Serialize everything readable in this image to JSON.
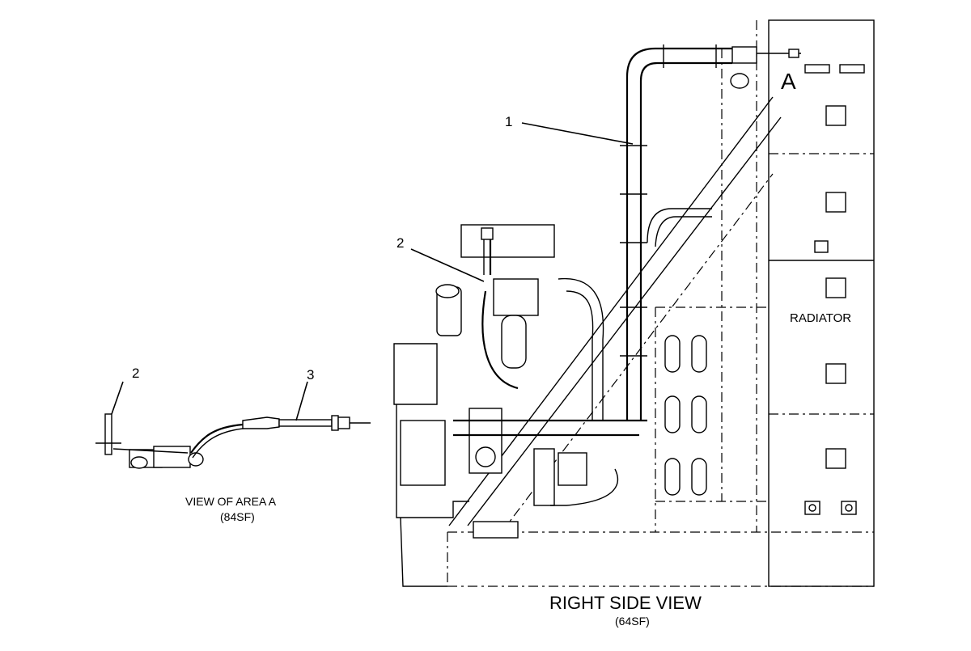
{
  "callouts": {
    "main_1": "1",
    "main_2": "2",
    "detail_2": "2",
    "detail_3": "3",
    "area": "A"
  },
  "labels": {
    "radiator": "RADIATOR",
    "detail_title": "VIEW OF AREA  A",
    "detail_code": "(84SF)",
    "main_title": "RIGHT SIDE VIEW",
    "main_code": "(64SF)"
  }
}
